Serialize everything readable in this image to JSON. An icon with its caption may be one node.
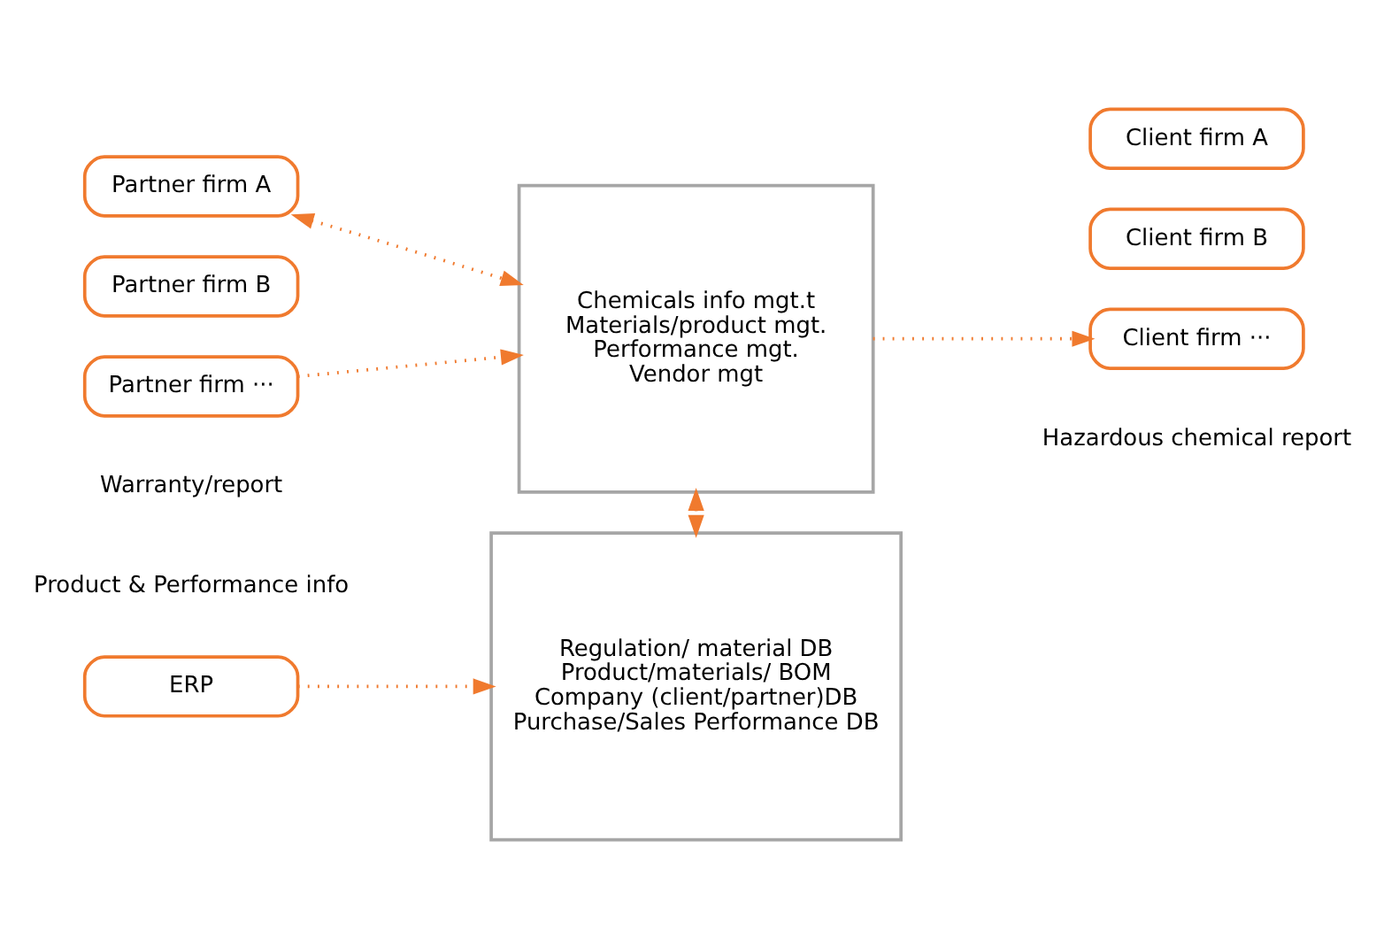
{
  "diagram": {
    "nodes": [
      {
        "text": [
          "Partner firm A"
        ]
      },
      {
        "text": [
          "Partner firm B"
        ]
      },
      {
        "text": [
          "Partner firm ···"
        ]
      },
      {
        "text": [
          "Chemicals info mgt.t",
          "Materials/product mgt.",
          "Performance mgt.",
          "Vendor mgt"
        ]
      },
      {
        "text": [
          "Client firm A"
        ]
      },
      {
        "text": [
          "Client firm B"
        ]
      },
      {
        "text": [
          "Client firm ···"
        ]
      },
      {
        "text": [
          "Regulation/ material DB",
          "Product/materials/ BOM",
          "Company (client/partner)DB",
          "Purchase/Sales Performance DB"
        ]
      },
      {
        "text": [
          "ERP"
        ]
      }
    ],
    "edges": [
      {
        "from": 0,
        "to": 3,
        "arrow": "both"
      },
      {
        "from": 2,
        "to": 3,
        "arrow": "to"
      },
      {
        "from": 3,
        "to": 6,
        "arrow": "to"
      },
      {
        "from": 3,
        "to": 7,
        "arrow": "both"
      },
      {
        "from": 8,
        "to": 7,
        "arrow": "to"
      }
    ],
    "labels": [
      "Warranty/report",
      "Hazardous chemical report",
      "Product & Performance info"
    ]
  }
}
